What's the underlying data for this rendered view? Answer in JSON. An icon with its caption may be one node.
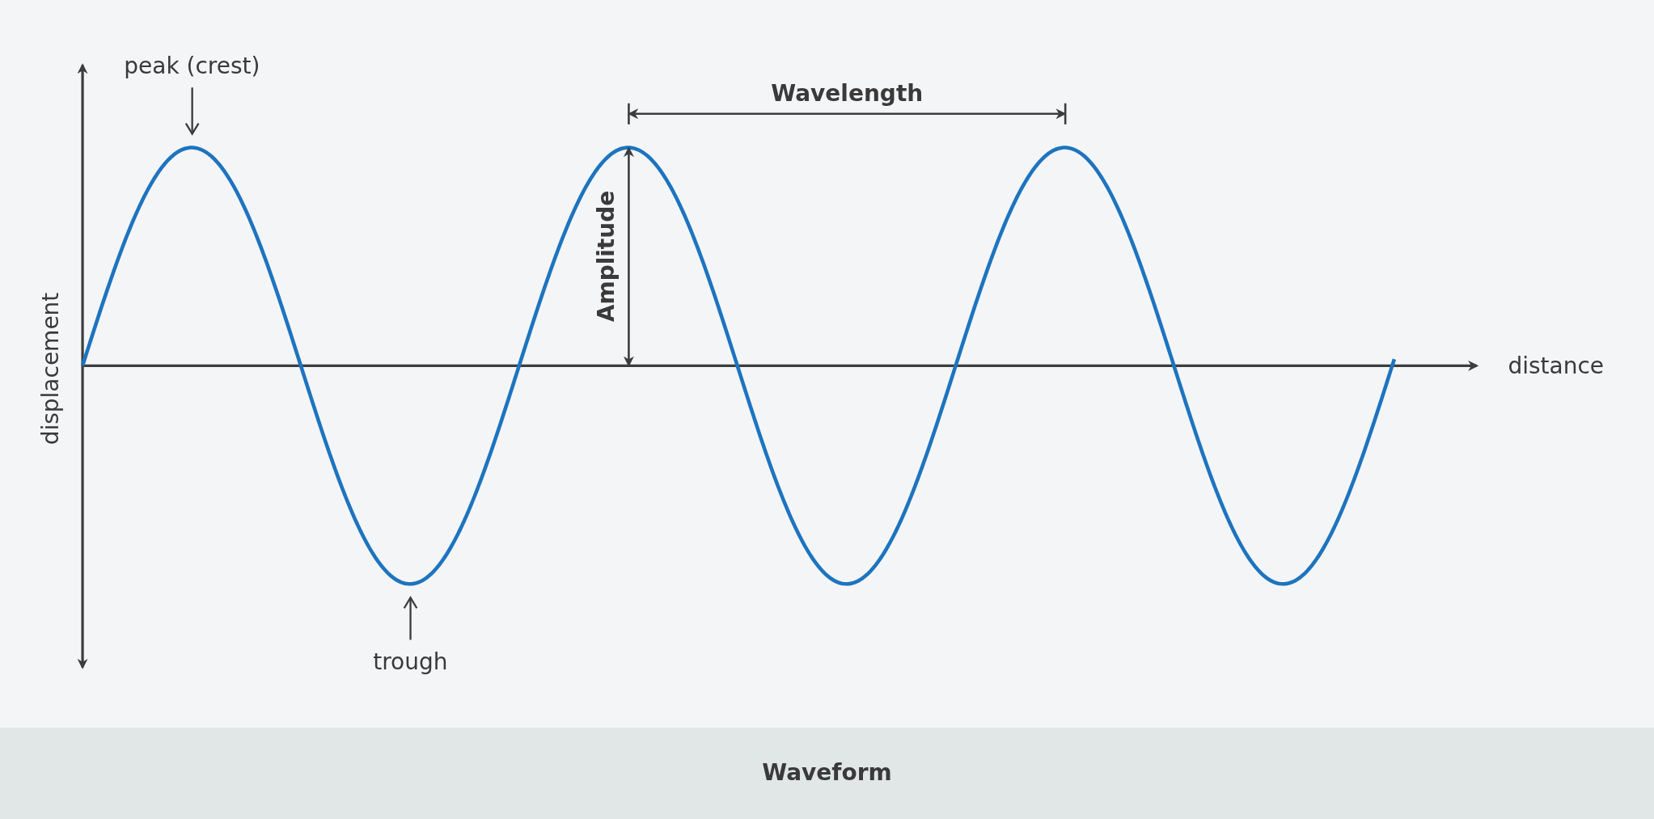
{
  "diagram": {
    "caption": "Waveform",
    "nodes": [
      {
        "text": [
          "peak (crest)"
        ]
      },
      {
        "text": [
          "trough"
        ]
      }
    ],
    "edges": [
      {
        "from": 0,
        "to": null,
        "arrow": "to"
      },
      {
        "from": 1,
        "to": null,
        "arrow": "to"
      }
    ],
    "labels": [
      "displacement",
      "distance",
      "Wavelength",
      "Amplitude"
    ]
  }
}
